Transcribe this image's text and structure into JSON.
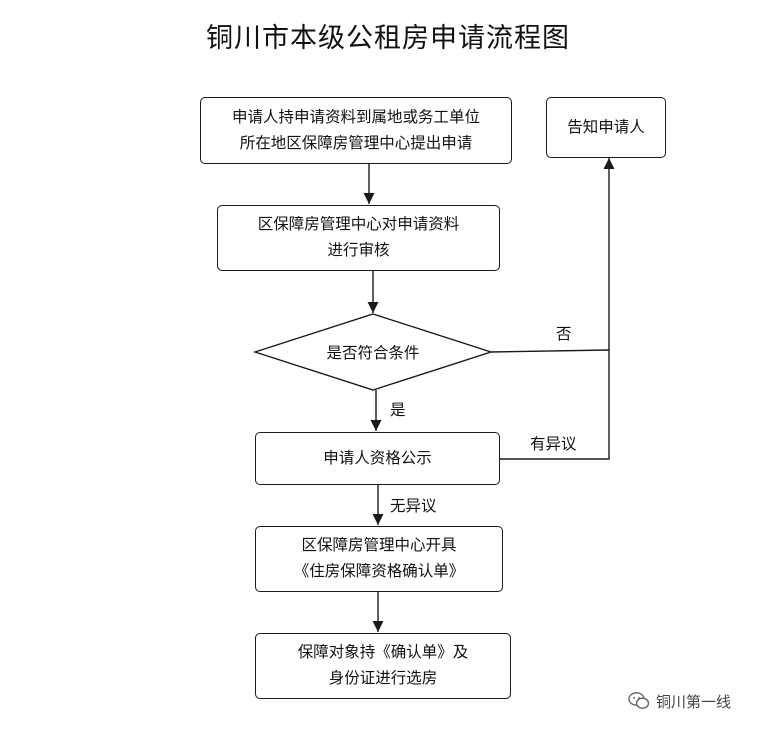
{
  "title": "铜川市本级公租房申请流程图",
  "nodes": {
    "submit": [
      "申请人持申请资料到属地或务工单位",
      "所在地区保障房管理中心提出申请"
    ],
    "review": [
      "区保障房管理中心对申请资料",
      "进行审核"
    ],
    "decision": "是否符合条件",
    "notify": "告知申请人",
    "publicity": "申请人资格公示",
    "certificate": [
      "区保障房管理中心开具",
      "《住房保障资格确认单》"
    ],
    "select": [
      "保障对象持《确认单》及",
      "身份证进行选房"
    ]
  },
  "edge_labels": {
    "no": "否",
    "yes": "是",
    "objection": "有异议",
    "no_objection": "无异议"
  },
  "watermark": {
    "icon": "wechat-icon",
    "text": "铜川第一线"
  },
  "colors": {
    "line": "#1a1a1a",
    "text": "#111111",
    "background": "#ffffff"
  }
}
